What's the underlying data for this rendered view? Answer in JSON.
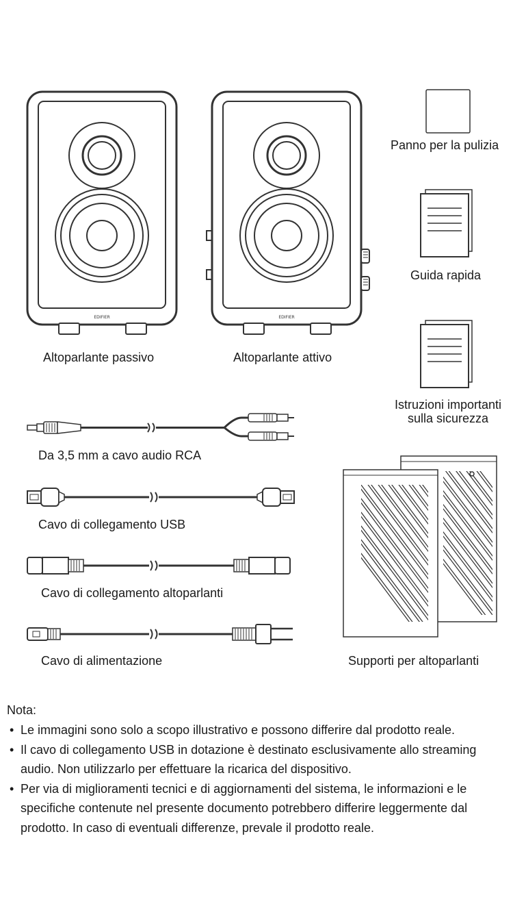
{
  "items": {
    "passive_speaker": "Altoparlante passivo",
    "active_speaker": "Altoparlante attivo",
    "cloth": "Panno per la pulizia",
    "quick_guide": "Guida rapida",
    "safety": "Istruzioni importanti sulla sicurezza",
    "rca_cable": "Da 3,5 mm a cavo audio RCA",
    "usb_cable": "Cavo di collegamento USB",
    "speaker_cable": "Cavo di collegamento altoparlanti",
    "power_cable": "Cavo di alimentazione",
    "stands": "Supporti per altoparlanti"
  },
  "brand": "EDIFIER",
  "notes": {
    "title": "Nota:",
    "lines": [
      "Le immagini sono solo a scopo illustrativo e possono differire dal prodotto reale.",
      "Il cavo di collegamento USB in dotazione è destinato esclusivamente allo streaming audio. Non utilizzarlo per effettuare la ricarica del dispositivo.",
      "Per via di miglioramenti tecnici e di aggiornamenti del sistema, le informazioni e le specifiche contenute nel presente documento potrebbero differire leggermente dal prodotto. In caso di eventuali differenze, prevale il prodotto reale."
    ]
  }
}
